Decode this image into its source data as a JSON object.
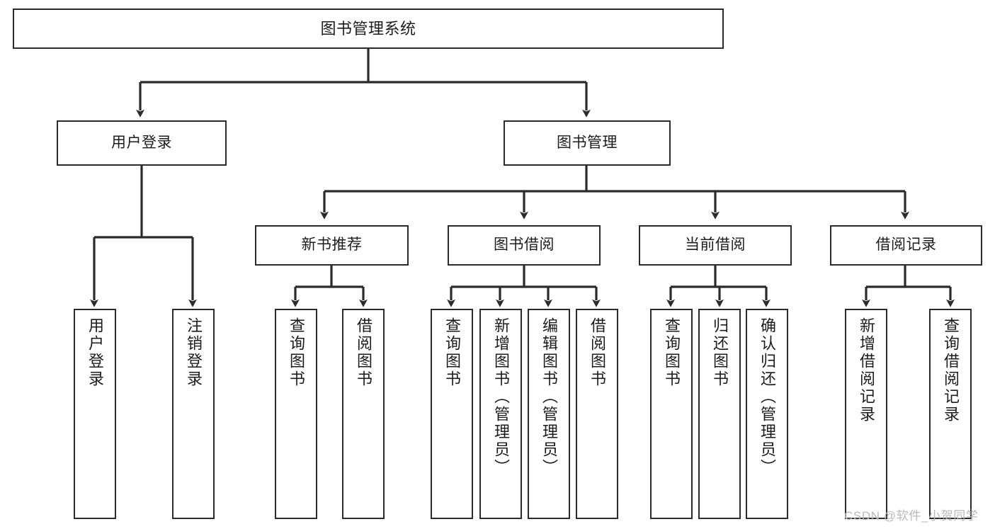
{
  "diagram": {
    "title": "图书管理系统",
    "type": "tree-hierarchy",
    "colors": {
      "stroke": "#2b2b2b",
      "fill": "#ffffff",
      "text": "#1c1c1c",
      "watermark": "#b9b9b9"
    },
    "nodes": {
      "root": {
        "label": "图书管理系统"
      },
      "level2": [
        {
          "id": "user-login",
          "label": "用户登录"
        },
        {
          "id": "book-management",
          "label": "图书管理"
        }
      ],
      "level3": [
        {
          "id": "new-book-recommend",
          "label": "新书推荐"
        },
        {
          "id": "book-borrow",
          "label": "图书借阅"
        },
        {
          "id": "current-borrow",
          "label": "当前借阅"
        },
        {
          "id": "borrow-record",
          "label": "借阅记录"
        }
      ],
      "leaves": {
        "user_login": [
          {
            "id": "leaf-user-login",
            "label": "用户登录"
          },
          {
            "id": "leaf-logout",
            "label": "注销登录"
          }
        ],
        "new_book_recommend": [
          {
            "id": "leaf-query-book-1",
            "label": "查询图书"
          },
          {
            "id": "leaf-borrow-book-1",
            "label": "借阅图书"
          }
        ],
        "book_borrow": [
          {
            "id": "leaf-query-book-2",
            "label": "查询图书"
          },
          {
            "id": "leaf-add-book",
            "label": "新增图书（管理员）"
          },
          {
            "id": "leaf-edit-book",
            "label": "编辑图书（管理员）"
          },
          {
            "id": "leaf-borrow-book-2",
            "label": "借阅图书"
          }
        ],
        "current_borrow": [
          {
            "id": "leaf-query-book-3",
            "label": "查询图书"
          },
          {
            "id": "leaf-return-book",
            "label": "归还图书"
          },
          {
            "id": "leaf-confirm-return",
            "label": "确认归还（管理员）"
          }
        ],
        "borrow_record": [
          {
            "id": "leaf-add-record",
            "label": "新增借阅记录"
          },
          {
            "id": "leaf-query-record",
            "label": "查询借阅记录"
          }
        ]
      }
    },
    "watermark": "CSDN @软件_小贺同学"
  }
}
